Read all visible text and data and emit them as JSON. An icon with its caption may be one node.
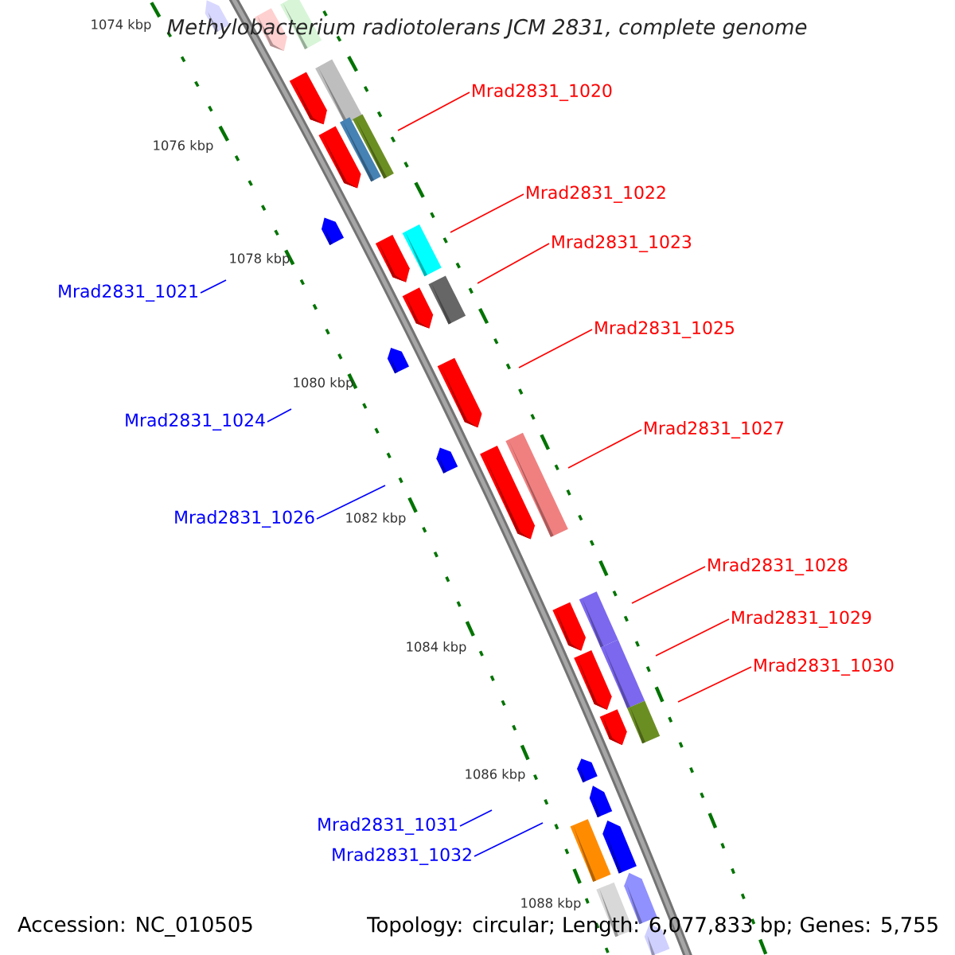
{
  "diagram": {
    "title": "Methylobacterium radiotolerans JCM 2831, complete genome",
    "nodes": [
      {
        "text": [
          "Mrad2831_1020"
        ]
      },
      {
        "text": [
          "Mrad2831_1022"
        ]
      },
      {
        "text": [
          "Mrad2831_1023"
        ]
      },
      {
        "text": [
          "Mrad2831_1025"
        ]
      },
      {
        "text": [
          "Mrad2831_1027"
        ]
      },
      {
        "text": [
          "Mrad2831_1028"
        ]
      },
      {
        "text": [
          "Mrad2831_1029"
        ]
      },
      {
        "text": [
          "Mrad2831_1030"
        ]
      },
      {
        "text": [
          "Mrad2831_1021"
        ]
      },
      {
        "text": [
          "Mrad2831_1024"
        ]
      },
      {
        "text": [
          "Mrad2831_1026"
        ]
      },
      {
        "text": [
          "Mrad2831_1031"
        ]
      },
      {
        "text": [
          "Mrad2831_1032"
        ]
      }
    ],
    "edges": [
      {
        "from": 0,
        "to": null,
        "arrow": "none"
      },
      {
        "from": 1,
        "to": null,
        "arrow": "none"
      },
      {
        "from": 2,
        "to": null,
        "arrow": "none"
      },
      {
        "from": 3,
        "to": null,
        "arrow": "none"
      },
      {
        "from": 4,
        "to": null,
        "arrow": "none"
      },
      {
        "from": 5,
        "to": null,
        "arrow": "none"
      },
      {
        "from": 6,
        "to": null,
        "arrow": "none"
      },
      {
        "from": 7,
        "to": null,
        "arrow": "none"
      },
      {
        "from": 8,
        "to": null,
        "arrow": "none",
        "color": "#0000ff"
      },
      {
        "from": 9,
        "to": null,
        "arrow": "none",
        "color": "#0000ff"
      },
      {
        "from": 10,
        "to": null,
        "arrow": "none",
        "color": "#0000ff"
      },
      {
        "from": 11,
        "to": null,
        "arrow": "none",
        "color": "#0000ff"
      },
      {
        "from": 12,
        "to": null,
        "arrow": "none",
        "color": "#0000ff"
      }
    ],
    "labels": [
      "1074 kbp",
      "1076 kbp",
      "1078 kbp",
      "1080 kbp",
      "1082 kbp",
      "1084 kbp",
      "1086 kbp",
      "1088 kbp",
      "Accession: NC_010505",
      "Topology: circular; Length: 6,077,833 bp; Genes: 5,755"
    ]
  }
}
